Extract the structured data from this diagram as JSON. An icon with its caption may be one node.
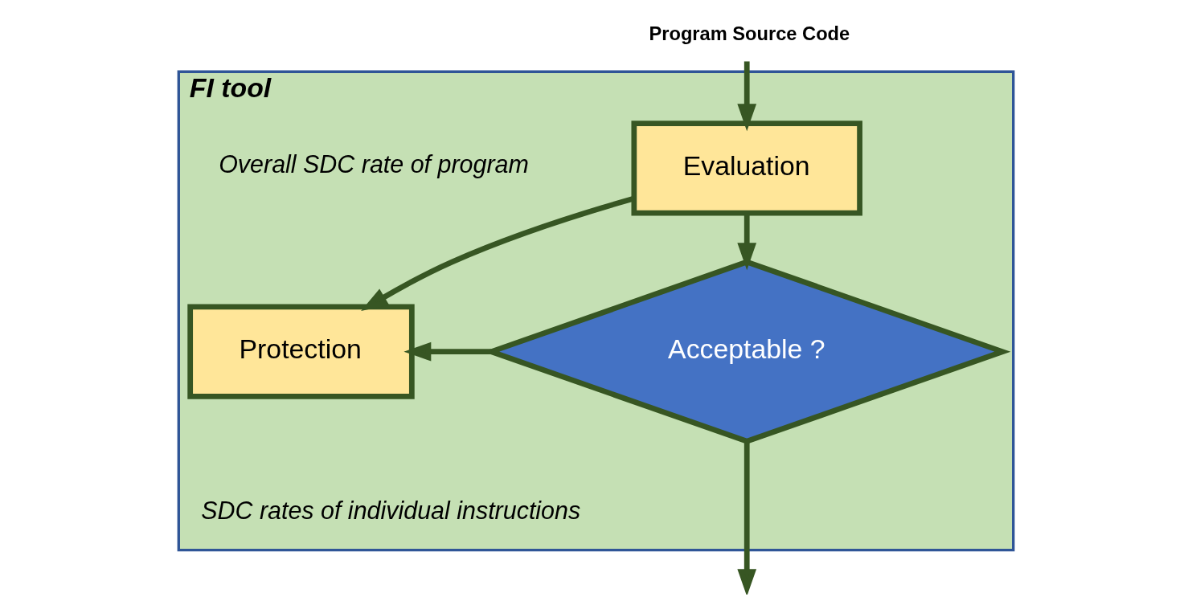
{
  "diagram": {
    "nodes": [
      {
        "text": [
          "FI tool"
        ]
      },
      {
        "text": [
          "Program Source Code"
        ]
      },
      {
        "text": [
          "Evaluation"
        ],
        "in": 0
      },
      {
        "text": [
          "Acceptable ?"
        ],
        "in": 0
      },
      {
        "text": [
          "Protection"
        ],
        "in": 0
      }
    ],
    "edges": [
      {
        "from": 1,
        "to": 2,
        "arrow": "to"
      },
      {
        "from": 2,
        "to": 3,
        "arrow": "to"
      },
      {
        "from": 2,
        "to": 4,
        "arrow": "to"
      },
      {
        "from": 3,
        "to": 4,
        "arrow": "to"
      },
      {
        "from": 3,
        "to": null,
        "arrow": "to"
      }
    ],
    "labels": [
      "Overall SDC rate of program",
      "SDC rates of individual instructions"
    ]
  }
}
